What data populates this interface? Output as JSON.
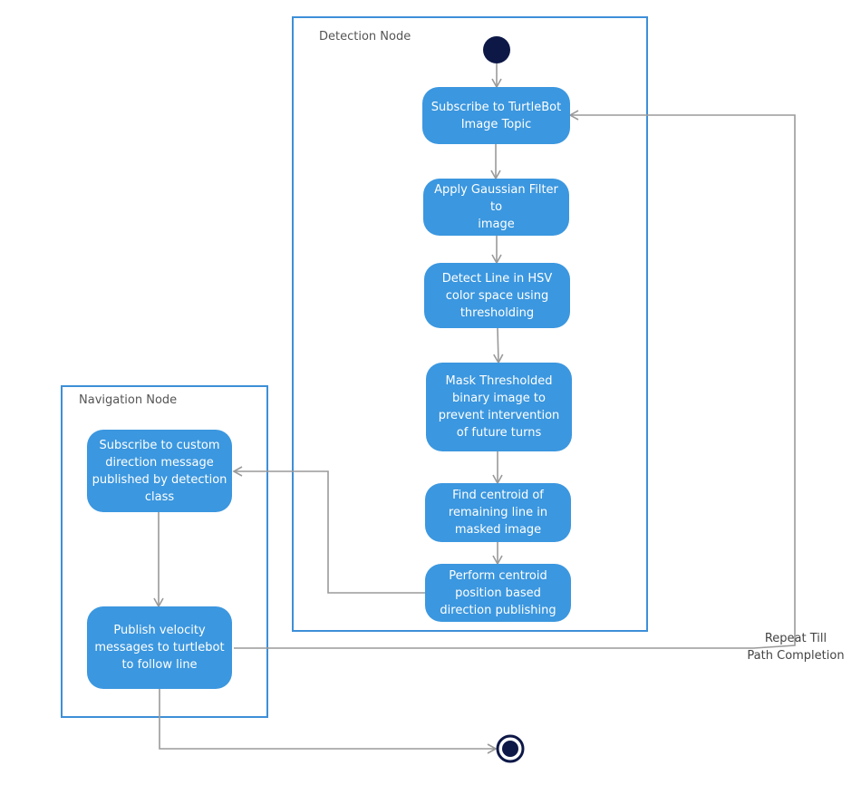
{
  "colors": {
    "activity_fill": "#3b97df",
    "swimlane_border": "#3d8fd8",
    "connector": "#9a9a9a",
    "terminal": "#0d1847"
  },
  "swimlanes": {
    "detection": {
      "title": "Detection Node"
    },
    "navigation": {
      "title": "Navigation Node"
    }
  },
  "activities": {
    "subscribe_image": [
      "Subscribe to TurtleBot",
      "Image Topic"
    ],
    "gaussian_filter": [
      "Apply Gaussian Filter",
      "to",
      "image"
    ],
    "detect_line": [
      "Detect Line in HSV",
      "color space using",
      "thresholding"
    ],
    "mask_image": [
      "Mask Thresholded",
      "binary image to",
      "prevent intervention",
      "of future turns"
    ],
    "find_centroid": [
      "Find centroid of",
      "remaining line in",
      "masked image"
    ],
    "publish_direction": [
      "Perform centroid",
      "position based",
      "direction publishing"
    ],
    "subscribe_direction": [
      "Subscribe to custom",
      "direction message",
      "published by detection",
      "class"
    ],
    "publish_velocity": [
      "Publish velocity",
      "messages to turtlebot",
      "to follow line"
    ]
  },
  "loop_note": [
    "Repeat Till",
    "Path Completion"
  ]
}
